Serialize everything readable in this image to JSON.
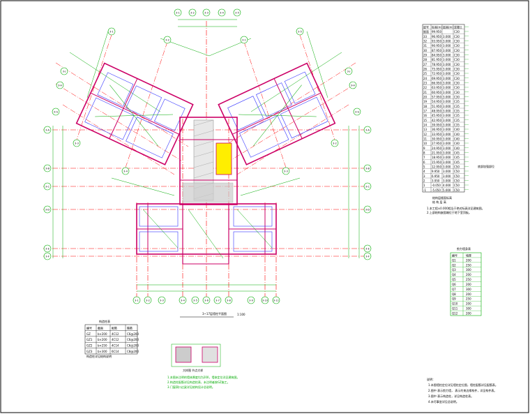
{
  "drawing": {
    "title": "3~17层墙柱平面图",
    "scale": "1:100",
    "colors": {
      "axis_red": "#ff0000",
      "dim_green": "#00aa00",
      "wall_magenta": "#cc0066",
      "structure_blue": "#3333ff",
      "hatch_gray": "#999999",
      "text_black": "#000000",
      "cyan": "#00cccc"
    }
  },
  "axis_labels_top": [
    "3-1",
    "3-2",
    "3-3",
    "3-4",
    "3-5"
  ],
  "axis_labels_bottom": [
    "3-1",
    "3-2",
    "3-3",
    "3-4",
    "3-5",
    "3-6",
    "3-7",
    "3-8",
    "3-9",
    "3-10",
    "3-11"
  ],
  "axis_labels_left": [
    "3-A",
    "3-B",
    "3-C",
    "3-D",
    "3-E",
    "3-F",
    "3-G",
    "3-H",
    "3-J"
  ],
  "axis_labels_right": [
    "3-A",
    "3-B",
    "3-C",
    "3-D",
    "3-E",
    "3-F",
    "3-G",
    "3-H",
    "3-J"
  ],
  "left_legend_table": {
    "title": "构造柱表",
    "headers": [
      "编号",
      "截面",
      "配筋",
      "箍筋"
    ],
    "rows": [
      [
        "GZ",
        "b×200",
        "4C12",
        "C6@200"
      ],
      [
        "GZ1",
        "b×200",
        "4C12",
        "C6@200"
      ],
      [
        "GZ2",
        "b×250",
        "4C14",
        "C6@200"
      ],
      [
        "GZ3",
        "b×300",
        "6C14",
        "C8@200"
      ]
    ],
    "note": "构造柱详见结构说明"
  },
  "detail": {
    "caption": "大样图  节点大样",
    "notes": [
      "1.本图未注明的墙体厚度均为200，墙体定位详见建筑图。",
      "2.构造柱配筋详见构造柱表，未注明者按GZ施工。",
      "3.门窗洞口过梁详见结构设计总说明。"
    ]
  },
  "right_floor_table": {
    "headers": [
      "层号",
      "标高(m)",
      "层高(m)",
      "混凝土"
    ],
    "rows": [
      [
        "屋面",
        "99.950",
        "",
        "C30"
      ],
      [
        "33",
        "96.950",
        "3.000",
        "C30"
      ],
      [
        "32",
        "93.950",
        "3.000",
        "C30"
      ],
      [
        "31",
        "90.950",
        "3.000",
        "C30"
      ],
      [
        "30",
        "87.950",
        "3.000",
        "C30"
      ],
      [
        "29",
        "84.950",
        "3.000",
        "C30"
      ],
      [
        "28",
        "81.950",
        "3.000",
        "C30"
      ],
      [
        "27",
        "78.950",
        "3.000",
        "C30"
      ],
      [
        "26",
        "75.950",
        "3.000",
        "C30"
      ],
      [
        "25",
        "72.950",
        "3.000",
        "C30"
      ],
      [
        "24",
        "69.950",
        "3.000",
        "C30"
      ],
      [
        "23",
        "66.950",
        "3.000",
        "C30"
      ],
      [
        "22",
        "63.950",
        "3.000",
        "C30"
      ],
      [
        "21",
        "60.950",
        "3.000",
        "C30"
      ],
      [
        "20",
        "57.950",
        "3.000",
        "C30"
      ],
      [
        "19",
        "54.950",
        "3.000",
        "C35"
      ],
      [
        "18",
        "51.950",
        "3.000",
        "C35"
      ],
      [
        "17",
        "48.950",
        "3.000",
        "C35"
      ],
      [
        "16",
        "45.950",
        "3.000",
        "C35"
      ],
      [
        "15",
        "42.950",
        "3.000",
        "C35"
      ],
      [
        "14",
        "39.950",
        "3.000",
        "C35"
      ],
      [
        "13",
        "36.950",
        "3.000",
        "C40"
      ],
      [
        "12",
        "33.950",
        "3.000",
        "C40"
      ],
      [
        "11",
        "30.950",
        "3.000",
        "C40"
      ],
      [
        "10",
        "27.950",
        "3.000",
        "C40"
      ],
      [
        "9",
        "24.950",
        "3.000",
        "C40"
      ],
      [
        "8",
        "21.950",
        "3.000",
        "C45"
      ],
      [
        "7",
        "18.950",
        "3.000",
        "C45"
      ],
      [
        "6",
        "15.950",
        "3.000",
        "C45"
      ],
      [
        "5",
        "12.950",
        "3.000",
        "C50"
      ],
      [
        "4",
        "9.950",
        "3.000",
        "C50"
      ],
      [
        "3",
        "6.950",
        "3.000",
        "C50"
      ],
      [
        "2",
        "3.950",
        "3.000",
        "C50"
      ],
      [
        "1",
        "-0.050",
        "4.000",
        "C50"
      ],
      [
        "-1",
        "-5.050",
        "5.000",
        "C50"
      ]
    ],
    "side_label": "底部加强部位",
    "note_title": "结构层楼面标高",
    "note_subtitle": "结 构 层 高",
    "note_lines": [
      "1.本工程±0.000相当于绝对标高详见建筑图。",
      "2.上部结构嵌固端位于地下室顶板。"
    ]
  },
  "right_wall_table": {
    "title": "剪力墙身表",
    "headers": [
      "编号",
      "墙厚"
    ],
    "rows": [
      [
        "Q1",
        "200"
      ],
      [
        "Q2",
        "250"
      ],
      [
        "Q3",
        "300"
      ],
      [
        "Q4",
        "200"
      ],
      [
        "Q5",
        "250"
      ],
      [
        "Q6",
        "200"
      ],
      [
        "Q7",
        "300"
      ],
      [
        "Q8",
        "200"
      ],
      [
        "Q9",
        "250"
      ],
      [
        "Q10",
        "200"
      ],
      [
        "Q11",
        "300"
      ],
      [
        "Q12",
        "200"
      ]
    ]
  },
  "general_notes": {
    "title": "说明：",
    "lines": [
      "1.本图墙柱定位详见墙柱定位图，墙柱配筋详见配筋表。",
      "2.图中  表示剪力墙，  表示约束边缘构件，详见构件表。",
      "3.图中  表示构造柱，详见构造柱表。",
      "4.未尽事宜详见总说明。"
    ]
  }
}
